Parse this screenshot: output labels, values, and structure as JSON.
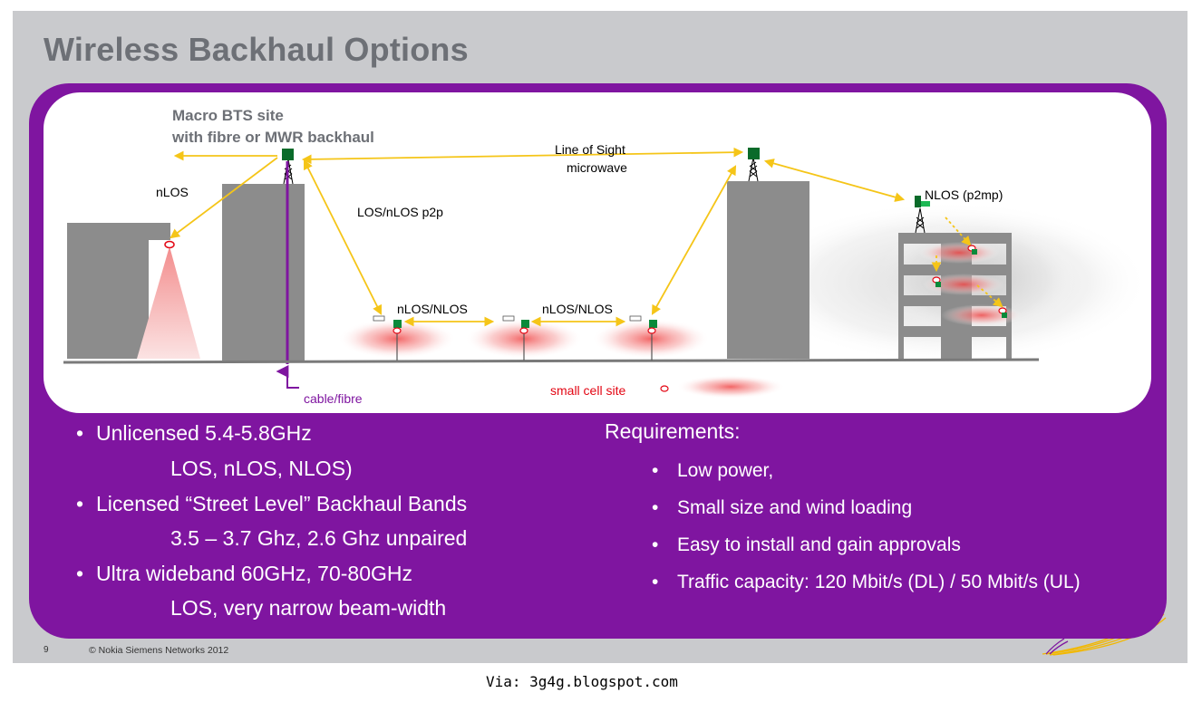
{
  "title": "Wireless Backhaul Options",
  "diagram": {
    "macro_label_line1": "Macro BTS site",
    "macro_label_line2": "with fibre or MWR backhaul",
    "nlos_left": "nLOS",
    "los_nlos_p2p": "LOS/nLOS p2p",
    "line_of_sight_line1": "Line of Sight",
    "line_of_sight_line2": "microwave",
    "nlos_p2mp": "NLOS (p2mp)",
    "nlos_nlos_1": "nLOS/NLOS",
    "nlos_nlos_2": "nLOS/NLOS",
    "cable_fibre": "cable/fibre",
    "small_cell_site": "small cell site",
    "colors": {
      "building": "#8c8c8c",
      "link_arrow": "#f5c518",
      "fibre": "#7f15a0",
      "small_cell": "#e30613",
      "antenna": "#0a8a3a"
    }
  },
  "left_bullets": [
    {
      "text": "Unlicensed 5.4-5.8GHz",
      "bullet": true
    },
    {
      "text": "LOS, nLOS, NLOS)",
      "bullet": false
    },
    {
      "text": "Licensed “Street Level” Backhaul Bands",
      "bullet": true
    },
    {
      "text": "3.5 – 3.7 Ghz, 2.6 Ghz unpaired",
      "bullet": false
    },
    {
      "text": "Ultra wideband 60GHz, 70-80GHz",
      "bullet": true
    },
    {
      "text": "LOS, very narrow beam-width",
      "bullet": false
    }
  ],
  "requirements": {
    "title": "Requirements:",
    "items": [
      "Low power,",
      "Small size and wind loading",
      "Easy to install and gain approvals",
      "Traffic capacity: 120 Mbit/s (DL) / 50 Mbit/s (UL)"
    ]
  },
  "footer": {
    "page_number": "9",
    "copyright": "© Nokia Siemens Networks 2012"
  },
  "via": "Via: 3g4g.blogspot.com",
  "theme": {
    "slide_bg": "#c9cacd",
    "purple": "#7f15a0",
    "title_color": "#6d7076"
  }
}
